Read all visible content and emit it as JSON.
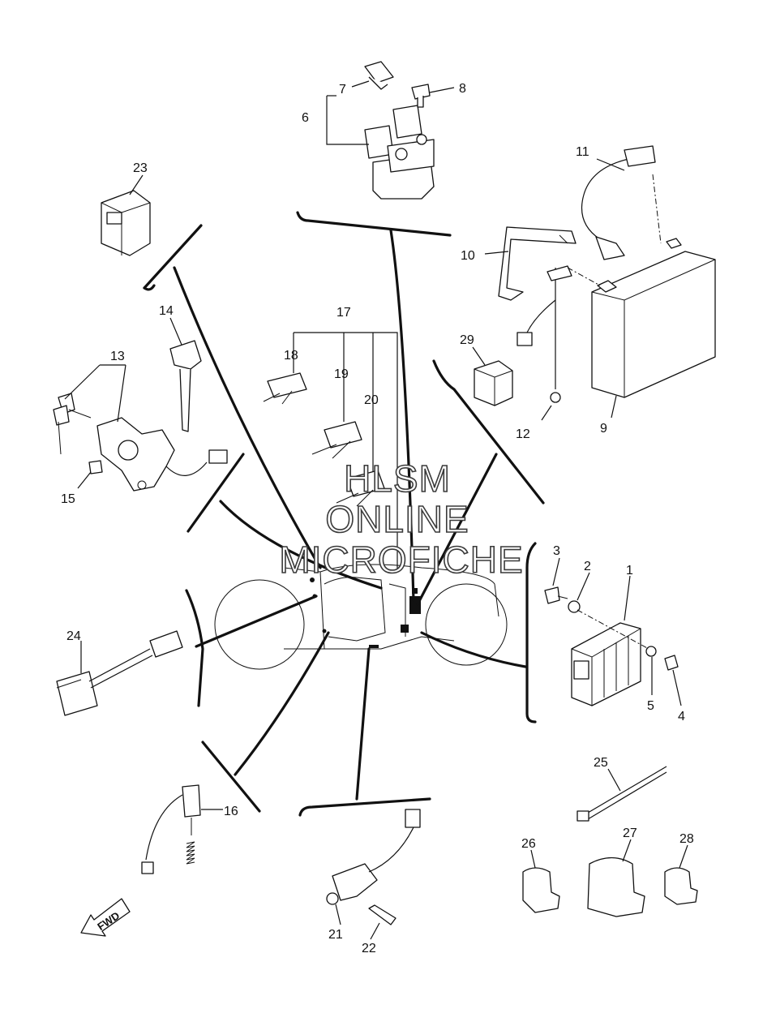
{
  "watermark": {
    "line1": "HLSM",
    "line2": "ONLINE",
    "line3": "MICROFICHE"
  },
  "direction_indicator": "FWD",
  "callouts": [
    {
      "id": "1",
      "text": "1"
    },
    {
      "id": "2",
      "text": "2"
    },
    {
      "id": "3",
      "text": "3"
    },
    {
      "id": "4",
      "text": "4"
    },
    {
      "id": "5",
      "text": "5"
    },
    {
      "id": "6",
      "text": "6"
    },
    {
      "id": "7",
      "text": "7"
    },
    {
      "id": "8",
      "text": "8"
    },
    {
      "id": "9",
      "text": "9"
    },
    {
      "id": "10",
      "text": "10"
    },
    {
      "id": "11",
      "text": "11"
    },
    {
      "id": "12",
      "text": "12"
    },
    {
      "id": "13",
      "text": "13"
    },
    {
      "id": "14",
      "text": "14"
    },
    {
      "id": "15",
      "text": "15"
    },
    {
      "id": "16",
      "text": "16"
    },
    {
      "id": "17",
      "text": "17"
    },
    {
      "id": "18",
      "text": "18"
    },
    {
      "id": "19",
      "text": "19"
    },
    {
      "id": "20",
      "text": "20"
    },
    {
      "id": "21",
      "text": "21"
    },
    {
      "id": "22",
      "text": "22"
    },
    {
      "id": "23",
      "text": "23"
    },
    {
      "id": "24",
      "text": "24"
    },
    {
      "id": "25",
      "text": "25"
    },
    {
      "id": "26",
      "text": "26"
    },
    {
      "id": "27",
      "text": "27"
    },
    {
      "id": "28",
      "text": "28"
    },
    {
      "id": "29",
      "text": "29"
    }
  ],
  "colors": {
    "line": "#111111",
    "background": "#ffffff"
  }
}
